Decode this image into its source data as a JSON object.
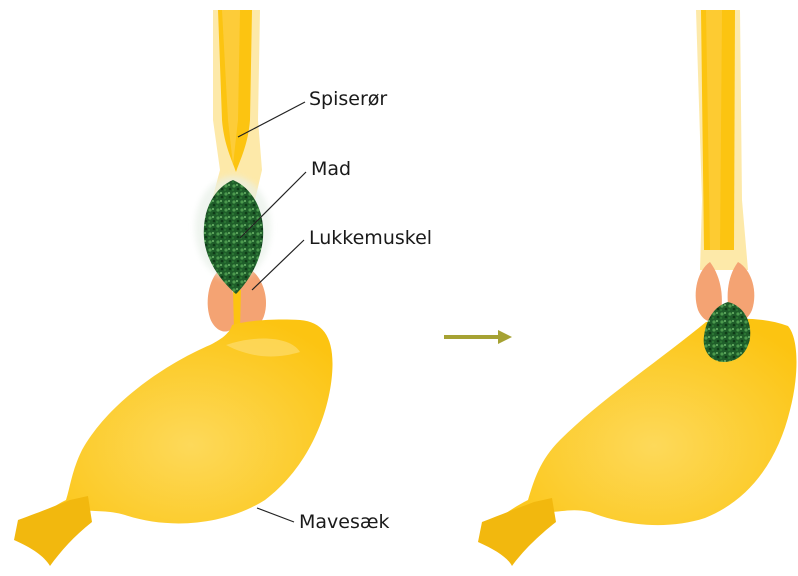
{
  "labels": {
    "esophagus": "Spiserør",
    "food": "Mad",
    "sphincter": "Lukkemuskel",
    "stomach": "Mavesæk"
  },
  "colors": {
    "organ": "#FCC411",
    "organ_light": "#FDE07A",
    "organ_dark": "#F2AE0A",
    "sphincter": "#F4A373",
    "food": "#1F5E2A",
    "food_light": "#4C9A4E",
    "arrow": "#A6A233",
    "leader_line": "#222222"
  }
}
